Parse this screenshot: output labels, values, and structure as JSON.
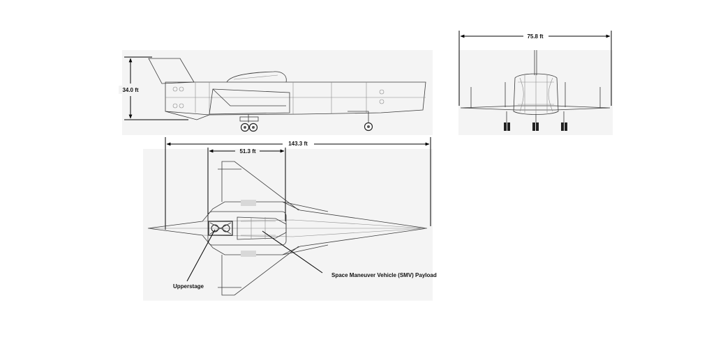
{
  "dimensions": {
    "height": "34.0 ft",
    "length": "143.3 ft",
    "bay_length": "51.3 ft",
    "span": "75.8 ft"
  },
  "callouts": {
    "upperstage": "Upperstage",
    "smv_payload": "Space Maneuver Vehicle (SMV) Payload"
  }
}
